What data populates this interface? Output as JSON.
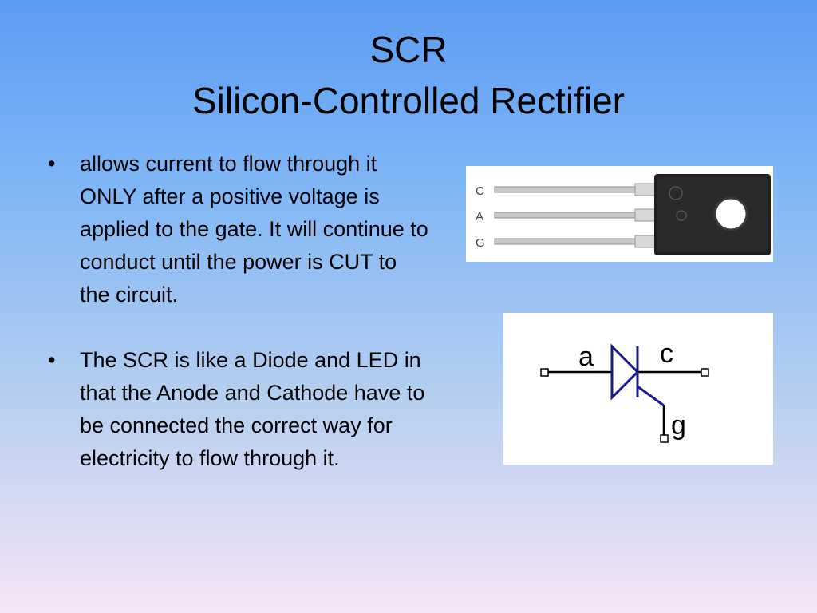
{
  "slide": {
    "title_line1": "SCR",
    "title_line2": "Silicon-Controlled Rectifier",
    "bullet_char": "•",
    "bullets": [
      "allows current to flow through it ONLY after a positive voltage is applied to the gate.   It will continue to conduct until the power is CUT to the circuit.",
      "The SCR is like a Diode and LED in that the Anode and Cathode have to be connected the correct way for electricity to flow through it."
    ]
  },
  "photo": {
    "pin_labels": [
      "C",
      "A",
      "G"
    ],
    "colors": {
      "body": "#1e1e1e",
      "leads": "#c9c9c9"
    }
  },
  "schematic": {
    "labels": {
      "anode": "a",
      "cathode": "c",
      "gate": "g"
    },
    "colors": {
      "symbol": "#1a1a8c",
      "wire": "#000000"
    }
  }
}
